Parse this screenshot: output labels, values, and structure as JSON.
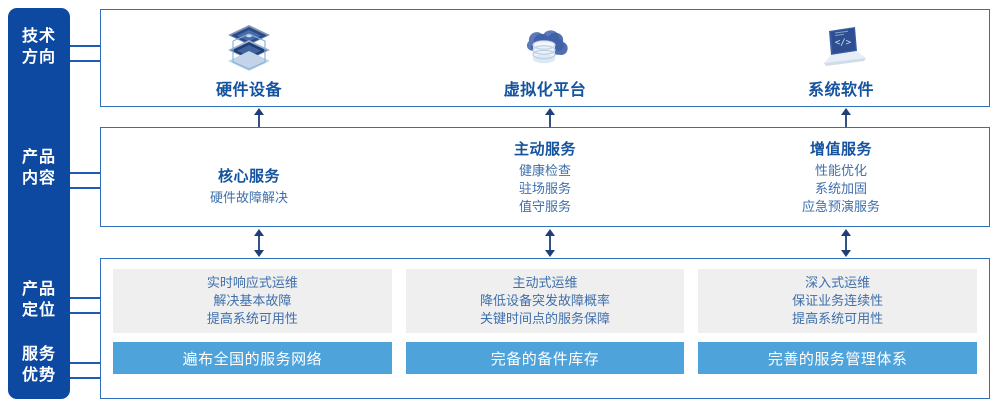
{
  "rail": {
    "labels": [
      {
        "name": "tech-direction",
        "text": "技术\n方向"
      },
      {
        "name": "product-content",
        "text": "产品\n内容"
      },
      {
        "name": "product-position",
        "text": "产品\n定位"
      },
      {
        "name": "service-advantage",
        "text": "服务\n优势"
      }
    ]
  },
  "colors": {
    "rail_blue": "#0d49a0",
    "panel_border": "#2f6fbd",
    "title_blue": "#14539f",
    "body_blue": "#3f6fab",
    "bar_blue": "#4fa3db",
    "grey_box": "#efefef"
  },
  "tech": {
    "items": [
      {
        "icon": "server-stack-icon",
        "label": "硬件设备"
      },
      {
        "icon": "cloud-database-icon",
        "label": "虚拟化平台"
      },
      {
        "icon": "laptop-code-icon",
        "label": "系统软件"
      }
    ]
  },
  "content": {
    "columns": [
      {
        "title": "核心服务",
        "items": [
          "硬件故障解决"
        ]
      },
      {
        "title": "主动服务",
        "items": [
          "健康检查",
          "驻场服务",
          "值守服务"
        ]
      },
      {
        "title": "增值服务",
        "items": [
          "性能优化",
          "系统加固",
          "应急预演服务"
        ]
      }
    ]
  },
  "positioning": {
    "boxes": [
      {
        "lines": [
          "实时响应式运维",
          "解决基本故障",
          "提高系统可用性"
        ]
      },
      {
        "lines": [
          "主动式运维",
          "降低设备突发故障概率",
          "关键时间点的服务保障"
        ]
      },
      {
        "lines": [
          "深入式运维",
          "保证业务连续性",
          "提高系统可用性"
        ]
      }
    ]
  },
  "advantages": {
    "bars": [
      "遍布全国的服务网络",
      "完备的备件库存",
      "完善的服务管理体系"
    ]
  }
}
